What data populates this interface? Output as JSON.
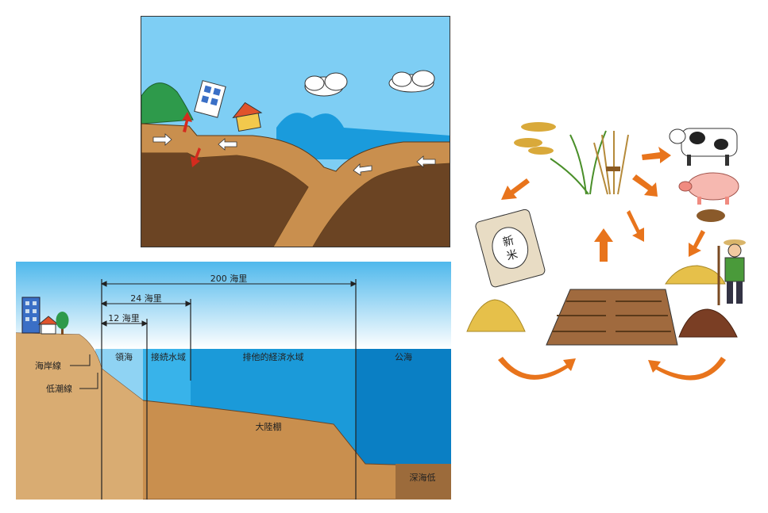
{
  "sea_zones": {
    "range_200": "200 海里",
    "range_24": "24 海里",
    "range_12": "12 海里",
    "territorial_sea": "領海",
    "contiguous_zone": "接続水域",
    "eez": "排他的経済水域",
    "high_seas": "公海",
    "coastline": "海岸線",
    "low_water_line": "低潮線",
    "continental_shelf": "大陸棚",
    "deep_sea_floor": "深海低"
  },
  "rice_bag": {
    "text_line1": "新",
    "text_line2": "米"
  },
  "colors": {
    "sky": "#7ecef4",
    "sea": "#1a9bdc",
    "arrow_orange": "#e8741c",
    "land_brown": "#c98f4e",
    "deep_brown": "#6b4423"
  }
}
